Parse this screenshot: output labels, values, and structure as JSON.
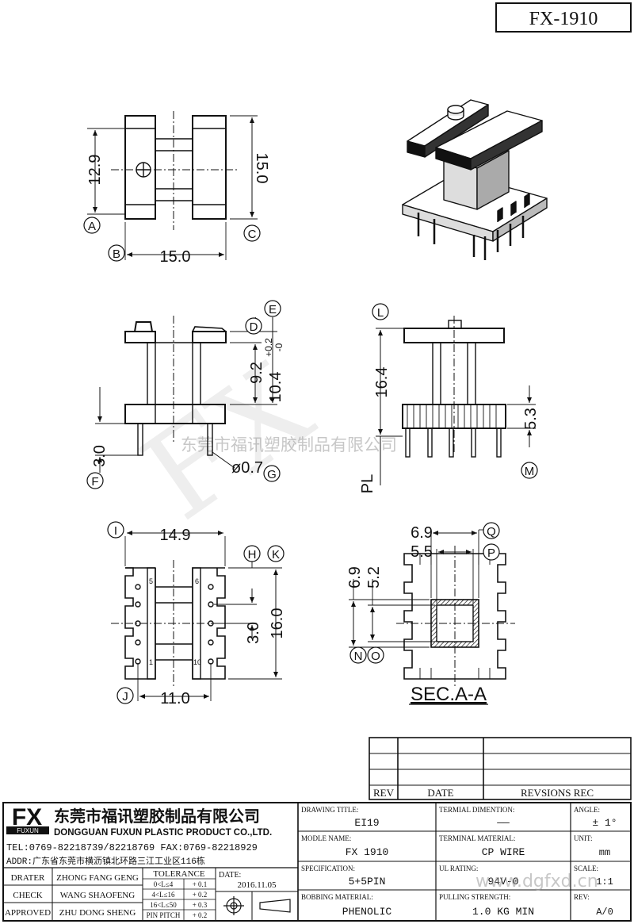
{
  "drawing_number": "FX-1910",
  "dims": {
    "d12_9": "12.9",
    "d15_0_v": "15.0",
    "d15_0_h": "15.0",
    "d9_2": "9.2",
    "d10_4": "10.4",
    "tol_up": "+0.2",
    "tol_dn": "-0",
    "d3_0": "3.0",
    "d0_7": "ø0.7",
    "d16_4": "16.4",
    "d5_3": "5.3",
    "pl": "PL",
    "d14_9": "14.9",
    "d3_0b": "3.0",
    "d16_0": "16.0",
    "d11_0": "11.0",
    "d6_9h": "6.9",
    "d5_5": "5.5",
    "d6_9v": "6.9",
    "d5_2": "5.2",
    "pin5": "5",
    "pin6": "6",
    "pin1": "1",
    "pin10": "10"
  },
  "balloons": {
    "A": "A",
    "B": "B",
    "C": "C",
    "D": "D",
    "E": "E",
    "F": "F",
    "G": "G",
    "H": "H",
    "I": "I",
    "J": "J",
    "K": "K",
    "L": "L",
    "M": "M",
    "N": "N",
    "O": "O",
    "P": "P",
    "Q": "Q"
  },
  "section_label": "SEC.A-A",
  "watermark": "东莞市福讯塑胶制品有限公司",
  "watermark_url": "www.dgfxd.cn",
  "rev_table": {
    "rev": "REV",
    "date": "DATE",
    "revisions": "REVSIONS REC"
  },
  "company": {
    "logo_letters": "FX",
    "logo_sub": "FUXUN",
    "name_cn": "东莞市福讯塑胶制品有限公司",
    "name_en": "DONGGUAN FUXUN PLASTIC PRODUCT CO.,LTD.",
    "tel": "TEL:0769-82218739/82218769 FAX:0769-82218929",
    "addr": "ADDR:广东省东莞市横沥镇北环路三江工业区116栋"
  },
  "signoff": {
    "drater_label": "DRATER",
    "drater": "ZHONG FANG GENG",
    "check_label": "CHECK",
    "check": "WANG SHAOFENG",
    "approved_label": "APPROVED",
    "approved": "ZHU DONG SHENG"
  },
  "tolerance": {
    "title": "TOLERANCE",
    "r1": "0<L≤4",
    "r1v": "+ 0.1",
    "r2": "4<L≤16",
    "r2v": "+ 0.2",
    "r3": "16<L≤50",
    "r3v": "+ 0.3",
    "r4": "PIN PITCH",
    "r4v": "+ 0.2"
  },
  "date_label": "DATE:",
  "date": "2016.11.05",
  "fields": {
    "drawing_title_label": "DRAWING TITLE:",
    "drawing_title": "EI19",
    "model_label": "MODLE NAME:",
    "model": "FX 1910",
    "spec_label": "SPECIFICATION:",
    "spec": "5+5PIN",
    "bobbin_label": "BOBBING MATERIAL:",
    "bobbin": "PHENOLIC",
    "term_dim_label": "TERMIAL DIMENTION:",
    "term_dim": "——",
    "term_mat_label": "TERMINAL MATERIAL:",
    "term_mat": "CP WIRE",
    "ul_label": "UL RATING:",
    "ul": "94V-0",
    "pull_label": "PULLING STRENGTH:",
    "pull": "1.0 KG MIN",
    "angle_label": "ANGLE:",
    "angle": "± 1°",
    "unit_label": "UNIT:",
    "unit": "mm",
    "scale_label": "SCALE:",
    "scale": "1:1",
    "rev_label": "REV:",
    "rev": "A/0"
  }
}
